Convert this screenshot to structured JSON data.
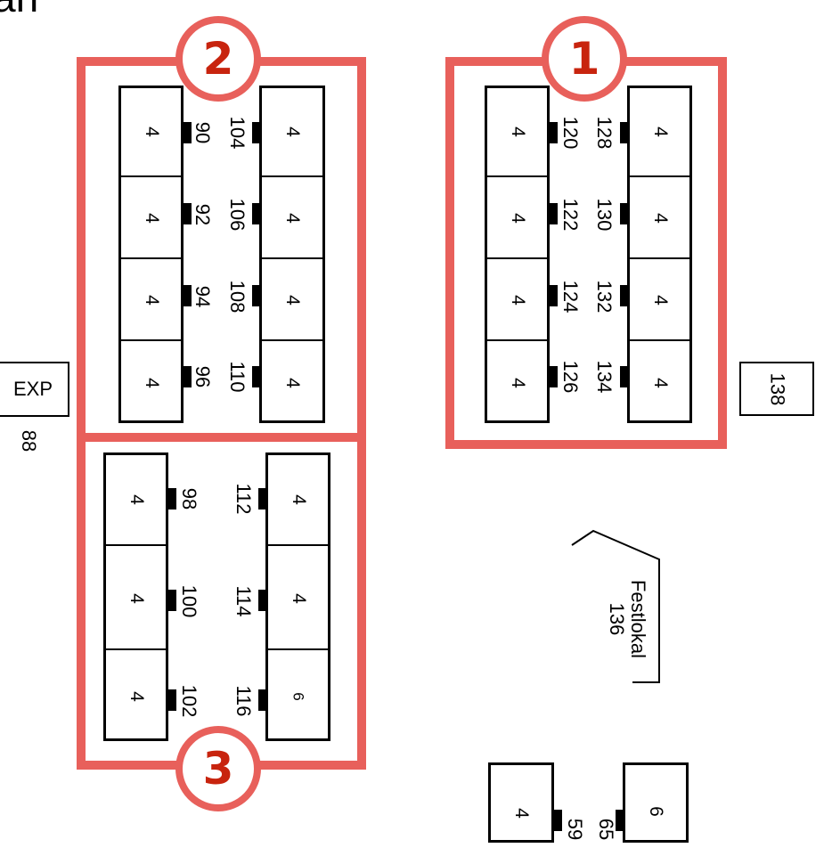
{
  "title_fragment": "an",
  "accent_color": "#e8605b",
  "badge_text_color": "#c8240e",
  "groups": [
    {
      "badge": "1"
    },
    {
      "badge": "2"
    },
    {
      "badge": "3"
    }
  ],
  "group2": {
    "left_seats": [
      "4",
      "4",
      "4",
      "4"
    ],
    "left_labels": [
      "90",
      "92",
      "94",
      "96"
    ],
    "right_labels": [
      "104",
      "106",
      "108",
      "110"
    ],
    "right_seats": [
      "4",
      "4",
      "4",
      "4"
    ]
  },
  "group1": {
    "left_seats": [
      "4",
      "4",
      "4",
      "4"
    ],
    "left_labels": [
      "120",
      "122",
      "124",
      "126"
    ],
    "right_labels": [
      "128",
      "130",
      "132",
      "134"
    ],
    "right_seats": [
      "4",
      "4",
      "4",
      "4"
    ]
  },
  "group3": {
    "left_seats": [
      "4",
      "4",
      "4"
    ],
    "left_labels": [
      "98",
      "100",
      "102"
    ],
    "right_labels": [
      "112",
      "114",
      "116"
    ],
    "right_seats": [
      "4",
      "4",
      "6"
    ]
  },
  "exp": {
    "label": "EXP",
    "number": "88"
  },
  "box138": {
    "label": "138"
  },
  "festlokal": {
    "name": "Festlokal",
    "number": "136"
  },
  "bottom": {
    "left_seat": "4",
    "left_label": "59",
    "right_label": "65",
    "right_seat": "6"
  }
}
